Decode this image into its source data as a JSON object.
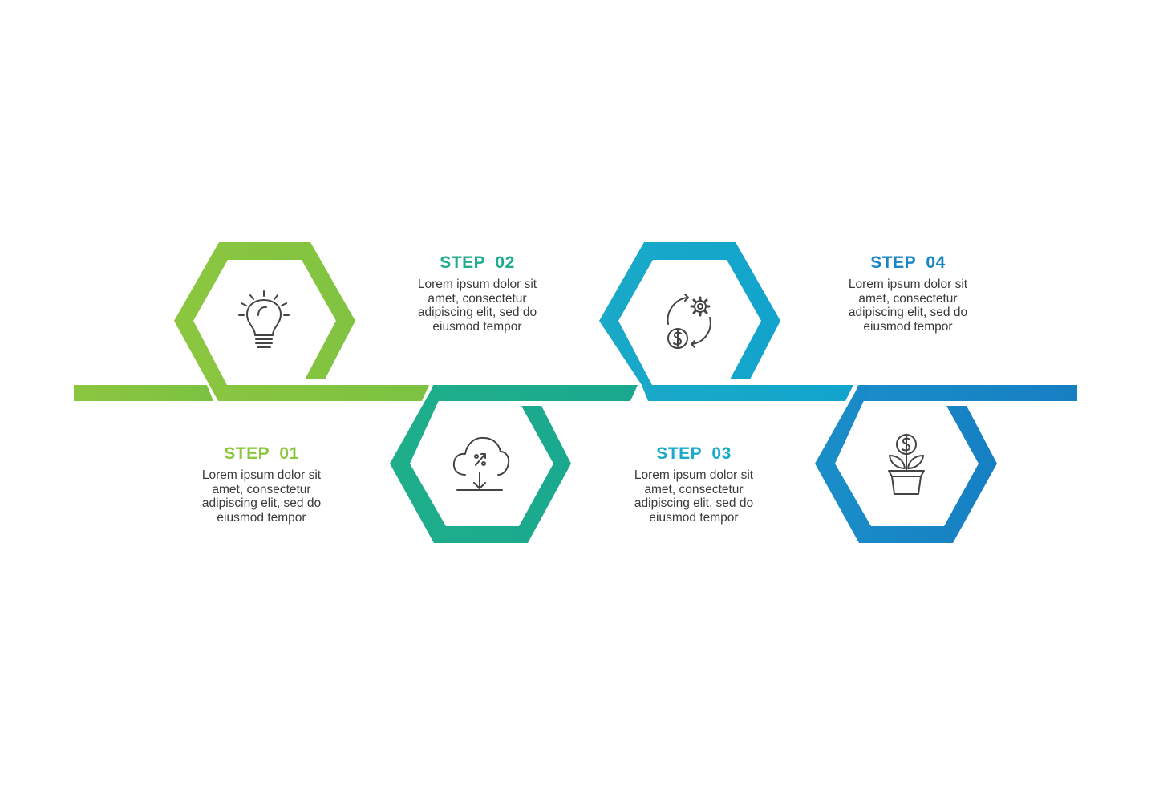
{
  "colors": {
    "step1": "#8cc63f",
    "step2": "#1fac8c",
    "step3": "#19a9c9",
    "step4": "#1785c6",
    "icon": "#444444",
    "text": "#3a3a3a"
  },
  "steps": [
    {
      "title": "STEP  01",
      "lines": [
        "Lorem ipsum dolor sit",
        "amet, consectetur",
        "adipiscing elit, sed do",
        "eiusmod tempor"
      ],
      "icon": "lightbulb-icon"
    },
    {
      "title": "STEP  02",
      "lines": [
        "Lorem ipsum dolor sit",
        "amet, consectetur",
        "adipiscing elit, sed do",
        "eiusmod tempor"
      ],
      "icon": "cloud-download-percent-icon"
    },
    {
      "title": "STEP  03",
      "lines": [
        "Lorem ipsum dolor sit",
        "amet, consectetur",
        "adipiscing elit, sed do",
        "eiusmod tempor"
      ],
      "icon": "gear-money-cycle-icon"
    },
    {
      "title": "STEP  04",
      "lines": [
        "Lorem ipsum dolor sit",
        "amet, consectetur",
        "adipiscing elit, sed do",
        "eiusmod tempor"
      ],
      "icon": "money-plant-icon"
    }
  ]
}
